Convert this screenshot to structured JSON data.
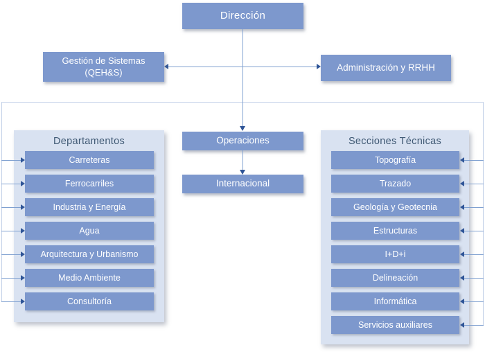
{
  "colors": {
    "box_fill": "#7D98CD",
    "panel_fill": "#D9E2F1",
    "connector_line": "#7FA0D0",
    "bracket_line": "#C2D0E8",
    "arrowhead": "#2F5597",
    "panel_title_text": "#3E5873",
    "box_text": "#FFFFFF"
  },
  "root_box": {
    "label": "Dirección"
  },
  "level2": {
    "left_box": {
      "line1": "Gestión de Sistemas",
      "line2": "(QEH&S)"
    },
    "right_box": {
      "label": "Administración y RRHH"
    }
  },
  "middle": {
    "operaciones": "Operaciones",
    "internacional": "Internacional"
  },
  "left_panel": {
    "title": "Departamentos",
    "items": [
      "Carreteras",
      "Ferrocarriles",
      "Industria y Energía",
      "Agua",
      "Arquitectura y Urbanismo",
      "Medio Ambiente",
      "Consultoría"
    ]
  },
  "right_panel": {
    "title": "Secciones Técnicas",
    "items": [
      "Topografía",
      "Trazado",
      "Geología y Geotecnia",
      "Estructuras",
      "I+D+i",
      "Delineación",
      "Informática",
      "Servicios auxiliares"
    ]
  }
}
